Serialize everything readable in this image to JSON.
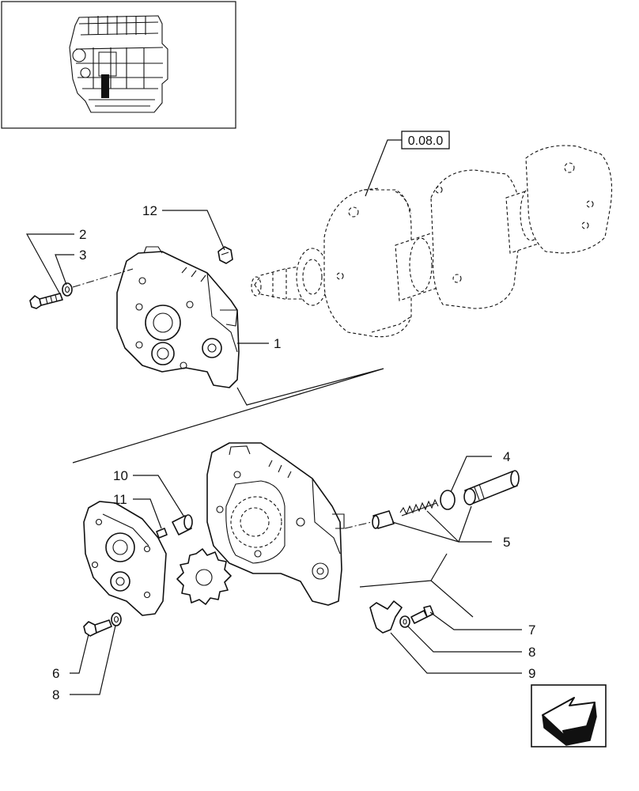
{
  "reference_box": {
    "label": "0.08.0"
  },
  "callouts": {
    "c1": "1",
    "c2": "2",
    "c3": "3",
    "c4": "4",
    "c5": "5",
    "c6": "6",
    "c7": "7",
    "c8a": "8",
    "c8b": "8",
    "c9": "9",
    "c10": "10",
    "c11": "11",
    "c12": "12"
  },
  "icons": {
    "nav": "previous-page-arrow-icon",
    "thumbnail": "engine-location-thumbnail"
  },
  "colors": {
    "ink": "#111111",
    "paper": "#ffffff"
  }
}
